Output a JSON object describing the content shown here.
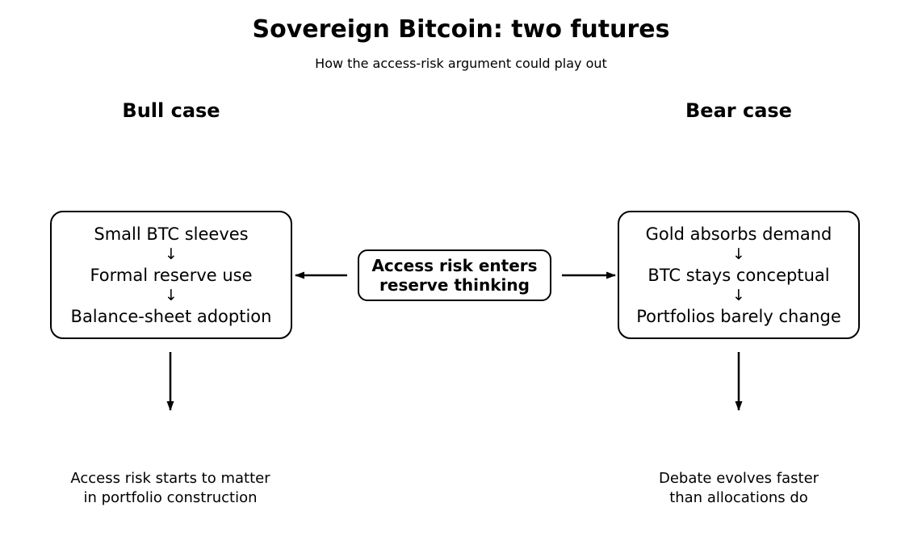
{
  "header": {
    "title": "Sovereign Bitcoin: two futures",
    "subtitle": "How the access-risk argument could play out"
  },
  "columns": {
    "bull_label": "Bull case",
    "bear_label": "Bear case"
  },
  "trigger_box": {
    "line1": "Access risk enters",
    "line2": "reserve thinking"
  },
  "bull_box": {
    "steps": [
      "Small BTC sleeves",
      "Formal reserve use",
      "Balance-sheet adoption"
    ]
  },
  "bear_box": {
    "steps": [
      "Gold absorbs demand",
      "BTC stays conceptual",
      "Portfolios barely change"
    ]
  },
  "glyphs": {
    "down_arrow": "↓"
  },
  "outcomes": {
    "bull_line1": "Access risk starts to matter",
    "bull_line2": "in portfolio construction",
    "bear_line1": "Debate evolves faster",
    "bear_line2": "than allocations do"
  },
  "colors": {
    "background": "#ffffff",
    "line": "#000000",
    "text": "#000000"
  }
}
